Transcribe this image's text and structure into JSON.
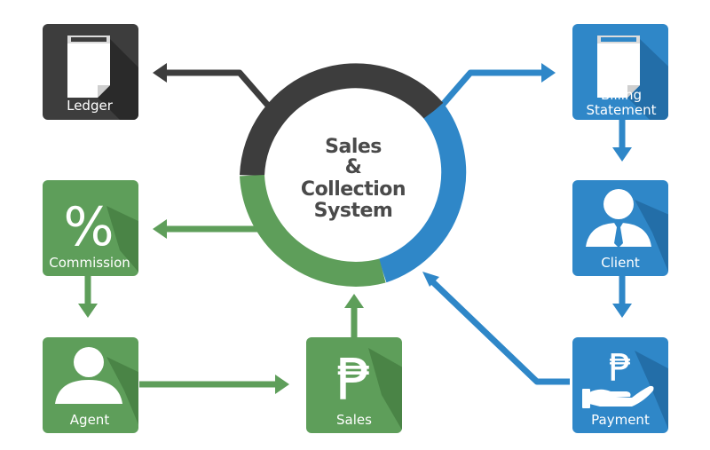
{
  "center": {
    "lines": [
      "Sales",
      "&",
      "Collection",
      "System"
    ]
  },
  "nodes": {
    "ledger": {
      "label": "Ledger",
      "icon": "document-icon"
    },
    "commission": {
      "label": "Commission",
      "icon": "percent-icon",
      "glyph": "%"
    },
    "agent": {
      "label": "Agent",
      "icon": "person-icon"
    },
    "sales": {
      "label": "Sales",
      "icon": "peso-icon",
      "glyph": "₱"
    },
    "billing": {
      "label_lines": [
        "Billing",
        "Statement"
      ],
      "icon": "document-icon"
    },
    "client": {
      "label": "Client",
      "icon": "person-tie-icon"
    },
    "payment": {
      "label": "Payment",
      "icon": "peso-hand-icon",
      "glyph": "₱"
    }
  },
  "colors": {
    "dark": "#3d3d3d",
    "dark_shadow": "#2a2a2a",
    "green": "#5e9e5a",
    "green_shadow": "#4a8446",
    "blue": "#2f87c8",
    "blue_shadow": "#236ea8",
    "center_text": "#4a4a4a"
  }
}
